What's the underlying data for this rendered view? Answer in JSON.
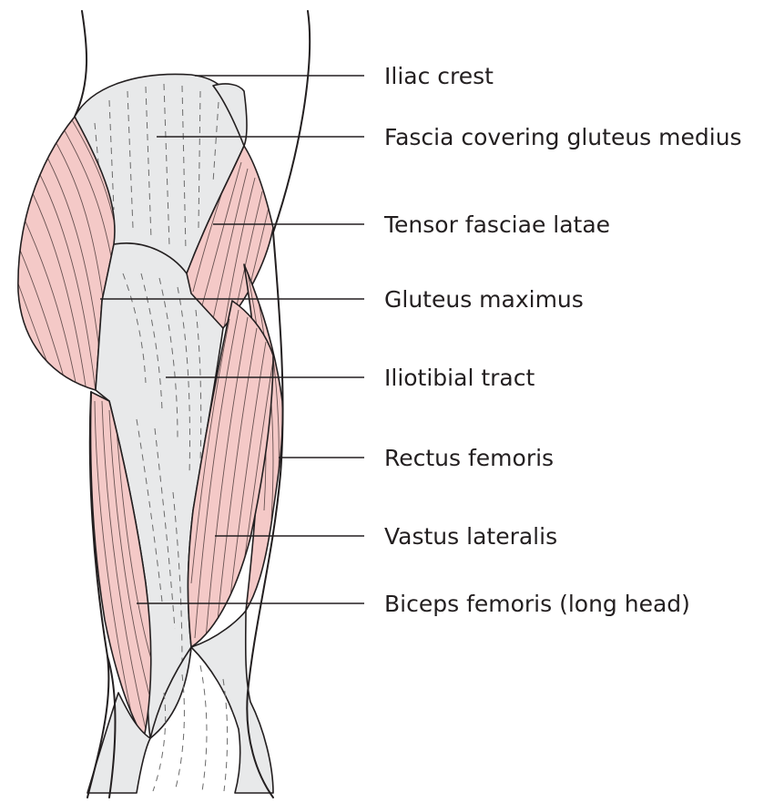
{
  "labels": [
    {
      "id": "iliac-crest",
      "text": "Iliac crest"
    },
    {
      "id": "fascia-gluteus-medius",
      "text": "Fascia covering gluteus medius"
    },
    {
      "id": "tensor-fasciae-latae",
      "text": "Tensor fasciae latae"
    },
    {
      "id": "gluteus-maximus",
      "text": "Gluteus maximus"
    },
    {
      "id": "iliotibial-tract",
      "text": "Iliotibial tract"
    },
    {
      "id": "rectus-femoris",
      "text": "Rectus femoris"
    },
    {
      "id": "vastus-lateralis",
      "text": "Vastus lateralis"
    },
    {
      "id": "biceps-femoris",
      "text": "Biceps femoris (long head)"
    }
  ],
  "colors": {
    "muscle": "#f4c9c7",
    "fascia": "#e8e9ea",
    "line": "#231f20"
  }
}
